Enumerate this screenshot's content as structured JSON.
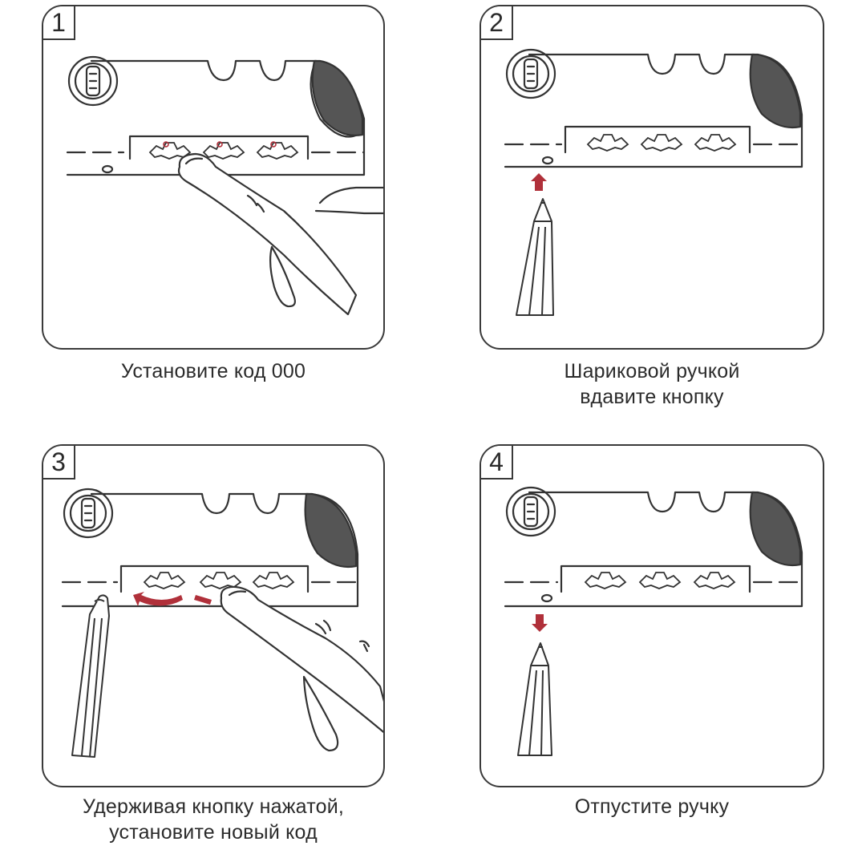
{
  "accent_color": "#b0303a",
  "steps": [
    {
      "number": "1",
      "caption_lines": [
        "Установите код 000"
      ],
      "scene": "finger-dial"
    },
    {
      "number": "2",
      "caption_lines": [
        "Шариковой ручкой",
        "вдавите кнопку"
      ],
      "scene": "pen-up"
    },
    {
      "number": "3",
      "caption_lines": [
        "Удерживая кнопку нажатой,",
        "установите новый код"
      ],
      "scene": "pen-finger"
    },
    {
      "number": "4",
      "caption_lines": [
        "Отпустите ручку"
      ],
      "scene": "pen-down"
    }
  ]
}
